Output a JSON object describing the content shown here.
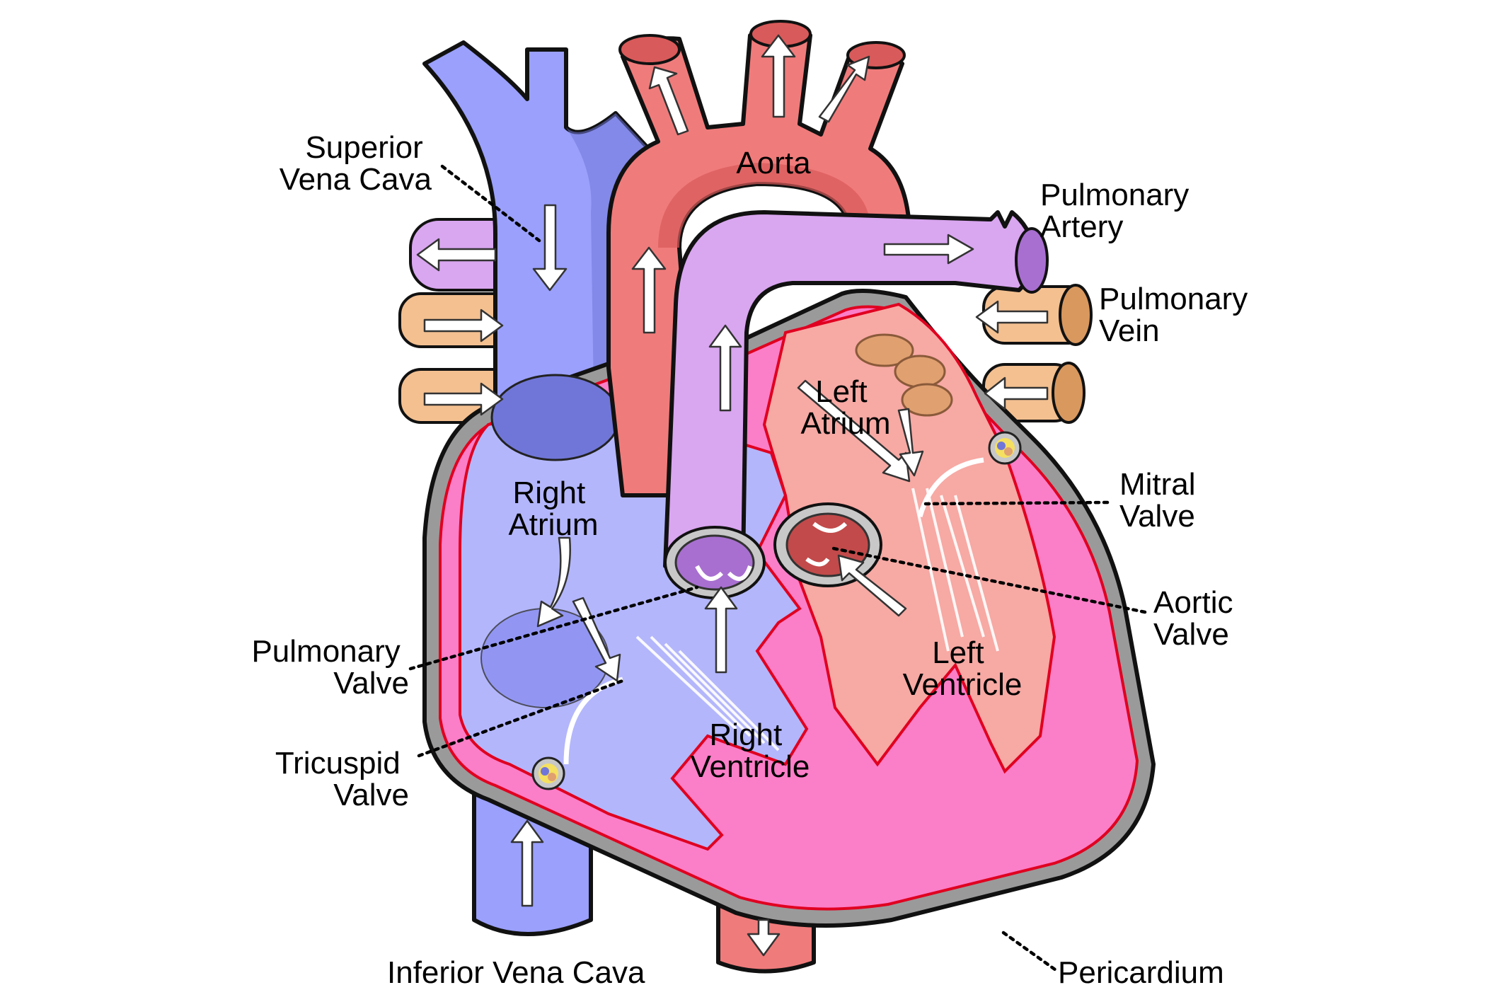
{
  "labels": {
    "superior_vena_cava": [
      "Superior",
      "Vena Cava"
    ],
    "aorta": "Aorta",
    "pulmonary_artery": [
      "Pulmonary",
      "Artery"
    ],
    "pulmonary_vein": [
      "Pulmonary",
      "Vein"
    ],
    "left_atrium": [
      "Left",
      "Atrium"
    ],
    "right_atrium": [
      "Right",
      "Atrium"
    ],
    "mitral_valve": [
      "Mitral",
      "Valve"
    ],
    "aortic_valve": [
      "Aortic",
      "Valve"
    ],
    "pulmonary_valve": [
      "Pulmonary",
      "Valve"
    ],
    "tricuspid_valve": [
      "Tricuspid",
      "Valve"
    ],
    "left_ventricle": [
      "Left",
      "Ventricle"
    ],
    "right_ventricle": [
      "Right",
      "Ventricle"
    ],
    "inferior_vena_cava": "Inferior Vena Cava",
    "pericardium": "Pericardium"
  },
  "colors": {
    "vena_cava": "#9aa0fb",
    "vena_cava_shade": "#7076d8",
    "aorta": "#f07b7b",
    "aorta_shade": "#d95a5a",
    "pulmonary_artery": "#d9a6f0",
    "pulmonary_vein": "#f4c090",
    "myocardium": "#fb7ec8",
    "pericardium": "#808080",
    "right_chamber": "#b3b6fb",
    "left_chamber": "#f7a9a4",
    "arrow": "#ffffff"
  }
}
